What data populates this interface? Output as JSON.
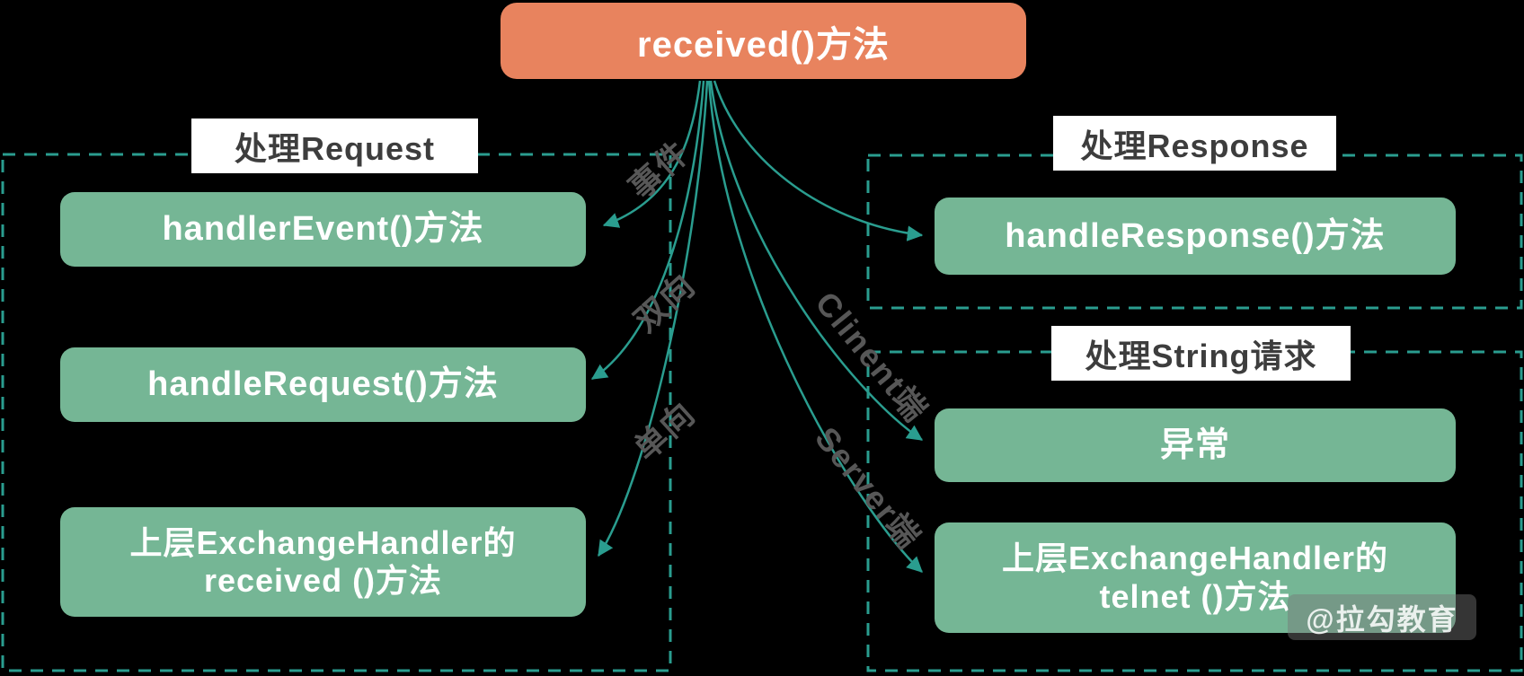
{
  "root_method": {
    "label": "received()方法"
  },
  "left_group": {
    "title": "处理Request",
    "box1": "handlerEvent()方法",
    "box2": "handleRequest()方法",
    "box3_line1": "上层ExchangeHandler的",
    "box3_line2": "received ()方法"
  },
  "right_group_response": {
    "title": "处理Response",
    "box1": "handleResponse()方法"
  },
  "right_group_string": {
    "title": "处理String请求",
    "box1": "异常",
    "box2_line1": "上层ExchangeHandler的",
    "box2_line2": "telnet ()方法"
  },
  "edge_labels": {
    "event": "事件",
    "bidirectional": "双向",
    "unidirectional": "单向",
    "client": "Clinent端",
    "server": "Server端"
  },
  "watermark": {
    "text": "@拉勾教育"
  },
  "colors": {
    "root_box": "#E8835E",
    "method_box": "#75B695",
    "connector": "#2A9D8F",
    "group_label_text": "#3D3D3D",
    "edge_label_text": "#575757",
    "background": "#000000",
    "box_text": "#FFFFFF"
  }
}
